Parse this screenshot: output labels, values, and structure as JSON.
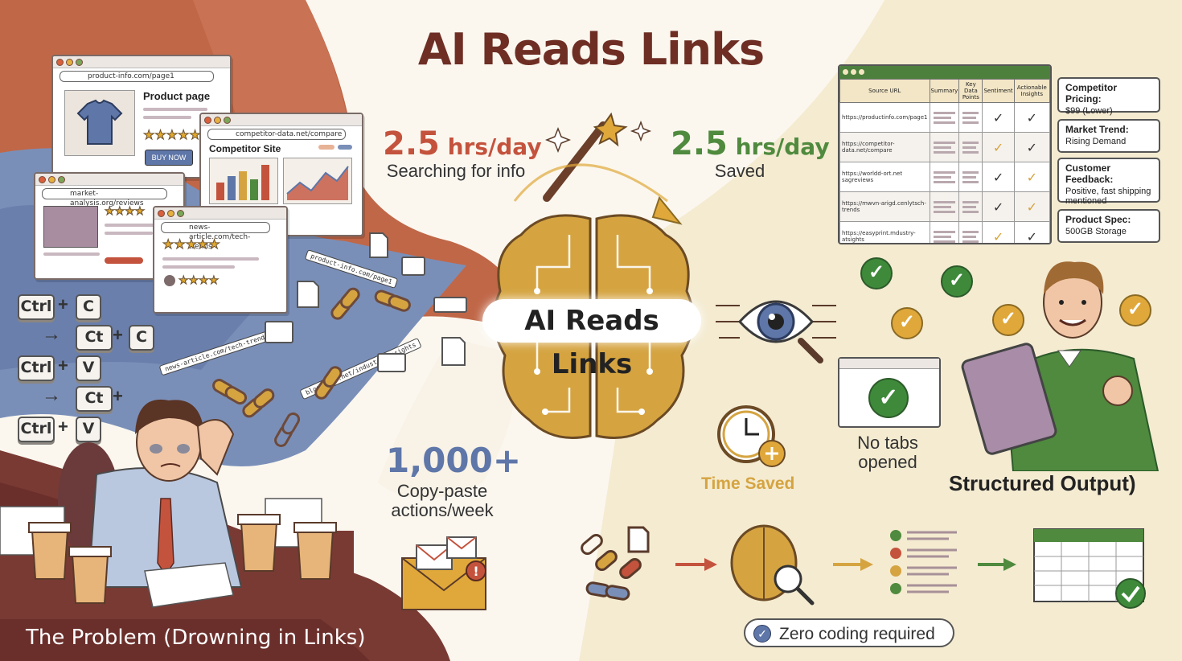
{
  "header": {
    "title": "AI Reads Links"
  },
  "left": {
    "caption": "The Problem (Drowning in Links)",
    "windows": [
      {
        "url": "product-info.com/page1",
        "heading": "Product page",
        "button": "BUY NOW"
      },
      {
        "url": "competitor-data.net/compare",
        "heading": "Competitor Site"
      },
      {
        "url": "market-analysis.org/reviews"
      },
      {
        "url": "news-article.com/tech-trends"
      }
    ],
    "keys": [
      "Ctrl",
      "C",
      "Ct",
      "C",
      "Ctrl",
      "V",
      "Ct",
      "Ctrl",
      "V"
    ],
    "tags": [
      "product-info.com/page1",
      "news-article.com/tech-trends",
      "blog-post.net/industry-insights"
    ]
  },
  "stats": {
    "searching": {
      "value": "2.5",
      "unit": " hrs/day",
      "label": "Searching for info",
      "color": "#c4533d"
    },
    "saved": {
      "value": "2.5",
      "unit": " hrs/day",
      "label": "Saved",
      "color": "#4f8a3e"
    },
    "copy": {
      "value": "1,000+",
      "label1": "Copy-paste",
      "label2": "actions/week",
      "color": "#5e76a8"
    }
  },
  "center": {
    "brain_label": "AI Reads Links"
  },
  "right": {
    "table": {
      "headers": [
        "Source URL",
        "Summary",
        "Key Data Points",
        "Sentiment",
        "Actionable Insights"
      ],
      "rows": [
        {
          "url": "https://productinfo.com/page1",
          "s": "green",
          "a": "green"
        },
        {
          "url": "https://competitor-data.net/compare",
          "s": "yellow",
          "a": "green"
        },
        {
          "url": "https://worldd-ort.net sagreviews",
          "s": "green",
          "a": "yellow"
        },
        {
          "url": "https://mwvn-arigd.cenlytsch-trends",
          "s": "green",
          "a": "yellow"
        },
        {
          "url": "https://easyprint.mdustry-atsights",
          "s": "yellow",
          "a": "green"
        }
      ]
    },
    "insights": [
      {
        "title": "Competitor Pricing:",
        "text": "$99 (Lower)"
      },
      {
        "title": "Market Trend:",
        "text": "Rising Demand"
      },
      {
        "title": "Customer Feedback:",
        "text": "Positive, fast shipping mentioned"
      },
      {
        "title": "Product Spec:",
        "text": "500GB Storage"
      }
    ],
    "no_tabs": {
      "line1": "No tabs",
      "line2": "opened"
    },
    "time_saved": "Time Saved",
    "structured": "Structured Output)",
    "zero_coding": "Zero coding required"
  },
  "colors": {
    "title": "#6e2e24",
    "red": "#c4533d",
    "green": "#4f8a3e",
    "blue": "#5e76a8",
    "gold": "#d5a441"
  }
}
